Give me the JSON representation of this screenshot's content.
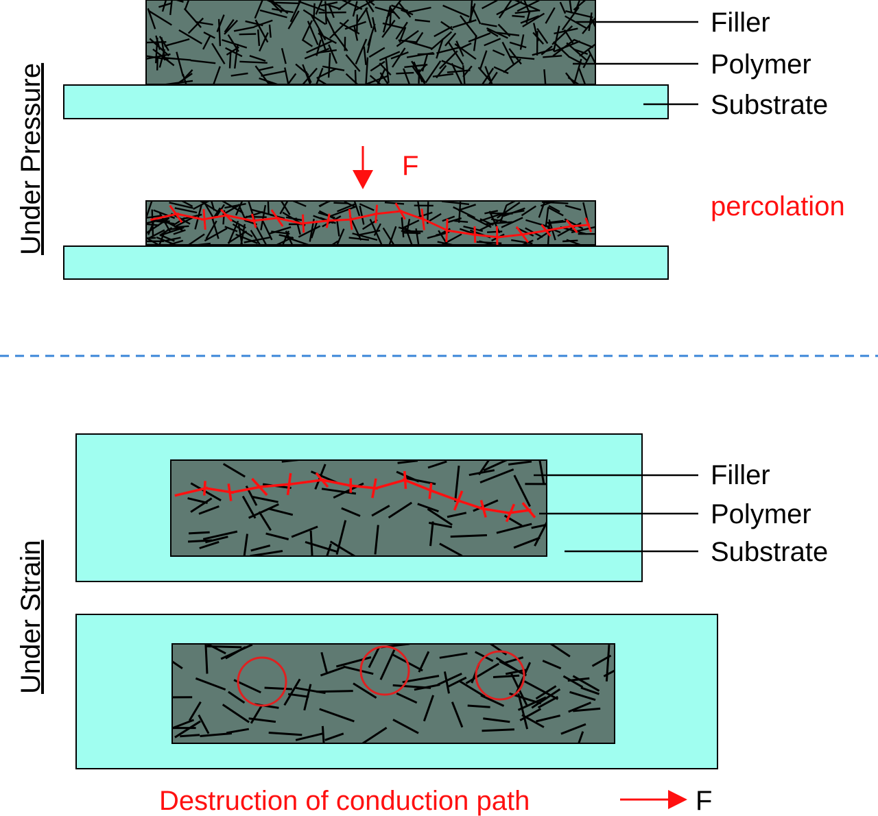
{
  "colors": {
    "substrate": "#a0fef0",
    "polymer": "#5f7a72",
    "filler": "#000000",
    "highlight": "#ff1010",
    "divider": "#3a86d8"
  },
  "top_panel": {
    "side_label": "Under Pressure",
    "legend": {
      "filler": "Filler",
      "polymer": "Polymer",
      "substrate": "Substrate"
    },
    "force_label": "F",
    "result_label": "percolation"
  },
  "bottom_panel": {
    "side_label": "Under Strain",
    "legend": {
      "filler": "Filler",
      "polymer": "Polymer",
      "substrate": "Substrate"
    },
    "caption": "Destruction of conduction path",
    "force_label": "F"
  }
}
